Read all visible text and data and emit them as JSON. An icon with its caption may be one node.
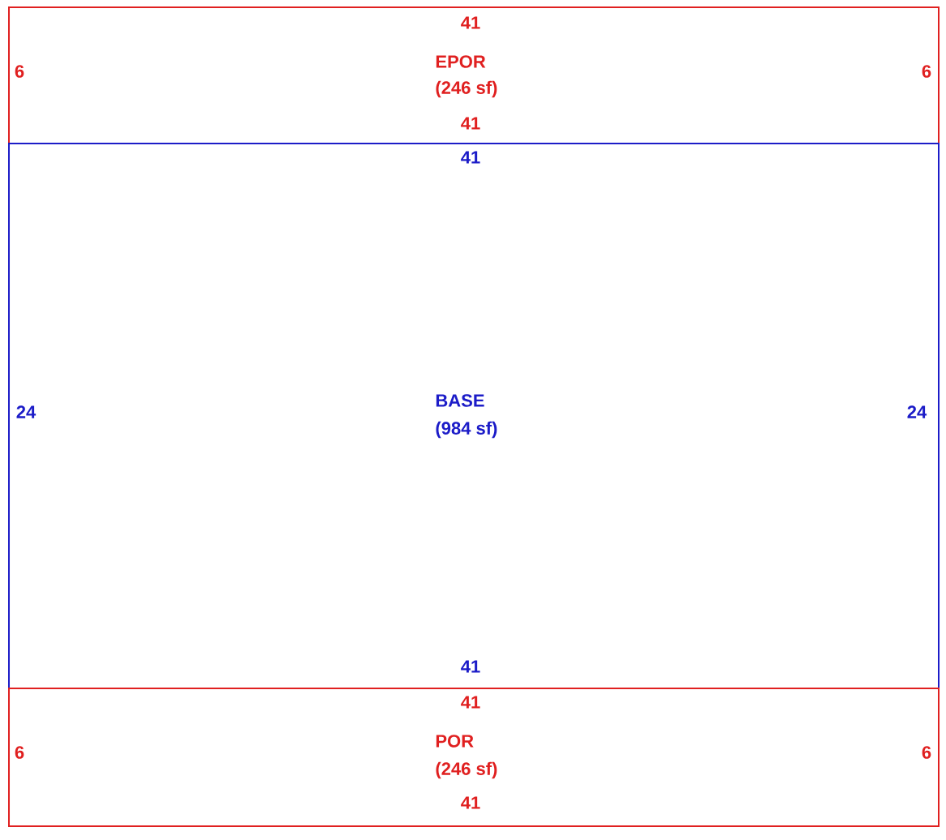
{
  "diagram": {
    "nodes": [
      {
        "text": [
          "41",
          "6",
          "EPOR",
          "(246 sf)",
          "6",
          "41"
        ]
      },
      {
        "text": [
          "41",
          "24",
          "BASE",
          "(984 sf)",
          "24",
          "41"
        ]
      },
      {
        "text": [
          "41",
          "6",
          "POR",
          "(246 sf)",
          "6",
          "41"
        ]
      }
    ]
  }
}
